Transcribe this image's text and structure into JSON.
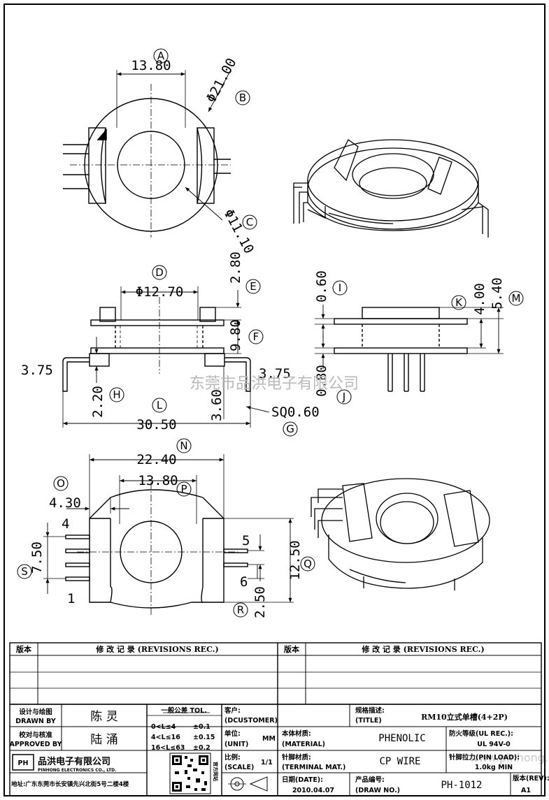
{
  "views": {
    "top": {
      "dim_width": "13.80",
      "dim_outer_dia": "Φ21.00",
      "dim_inner_dia": "Φ11.10",
      "bubbles": [
        "A",
        "B",
        "C"
      ]
    },
    "front": {
      "dim_bore": "Φ12.70",
      "dim_flange": "2.80",
      "dim_height": "9.80",
      "dim_pin_left": "3.75",
      "dim_pin_right": "3.75",
      "dim_standoff": "2.20",
      "dim_pin_len": "3.60",
      "dim_pin_sq": "SQ0.60",
      "dim_total": "30.50",
      "bubbles": [
        "D",
        "E",
        "F",
        "H",
        "L",
        "G"
      ]
    },
    "side": {
      "dim_top": "0.60",
      "dim_mid": "4.00",
      "dim_total": "5.40",
      "dim_bottom": "0.80",
      "bubbles": [
        "I",
        "K",
        "M",
        "J"
      ]
    },
    "bottom": {
      "dim_width": "22.40",
      "dim_inner": "13.80",
      "dim_offset": "4.30",
      "dim_pitch_group": "7.50",
      "dim_depth": "12.50",
      "dim_pitch": "2.50",
      "pin_labels": [
        "4",
        "1",
        "5",
        "6"
      ],
      "bubbles": [
        "N",
        "O",
        "P",
        "S",
        "Q",
        "R"
      ]
    }
  },
  "watermark": {
    "company": "东莞市品洪电子有限公司",
    "site": "www.pinhong.ltd"
  },
  "title_block": {
    "rev_col": "版本",
    "rev_header": "修 改 记 录 (REVISIONS REC.)",
    "designer_label_cn": "设计与绘图",
    "designer_label_en": "DRAWN BY",
    "designer": "陈 灵",
    "checker_label_cn": "校对与核准",
    "checker_label_en": "APPROVED BY",
    "checker": "陆 涌",
    "tol_title": "一般公差 TOL.",
    "tol_rows": [
      {
        "range": "0<L≤4",
        "tol": "±0.1"
      },
      {
        "range": "4<L≤16",
        "tol": "±0.15"
      },
      {
        "range": "16<L≤63",
        "tol": "±0.2"
      }
    ],
    "customer_label_cn": "客户:",
    "customer_label_en": "(DCUSTOMER)",
    "unit_label_cn": "单位:",
    "unit_label_en": "(UNIT)",
    "unit": "MM",
    "scale_label_cn": "比例:",
    "scale_label_en": "(SCALE)",
    "scale": "1/1",
    "title_label_cn": "规格描述:",
    "title_label_en": "(TITLE)",
    "title": "RM10立式单槽(4+2P)",
    "material_label_cn": "本体材质:",
    "material_label_en": "(MATERIAL)",
    "material": "PHENOLIC",
    "flame_label": "防火等级(UL REC.):",
    "flame": "UL 94V-0",
    "terminal_label_cn": "针脚材质:",
    "terminal_label_en": "(TERMINAL MAT.)",
    "terminal": "CP WIRE",
    "pinload_label": "针脚拉力(PIN LOAD):",
    "pinload": "1.0kg MIN",
    "date_label": "日期(DATE):",
    "date": "2010.04.07",
    "drawno_label_cn": "产品编号:",
    "drawno_label_en": "(DRAW NO.)",
    "drawno": "PH-1012",
    "rev_label": "版本(REV):",
    "rev": "A1",
    "company_cn": "品洪电子有限公司",
    "company_en": "PINHONG ELECTRONICS CO., LTD.",
    "logo": "PH",
    "address": "地址:广东东莞市长安镇先兴北街5号二楼4楼",
    "qr_side": "官方网站"
  }
}
